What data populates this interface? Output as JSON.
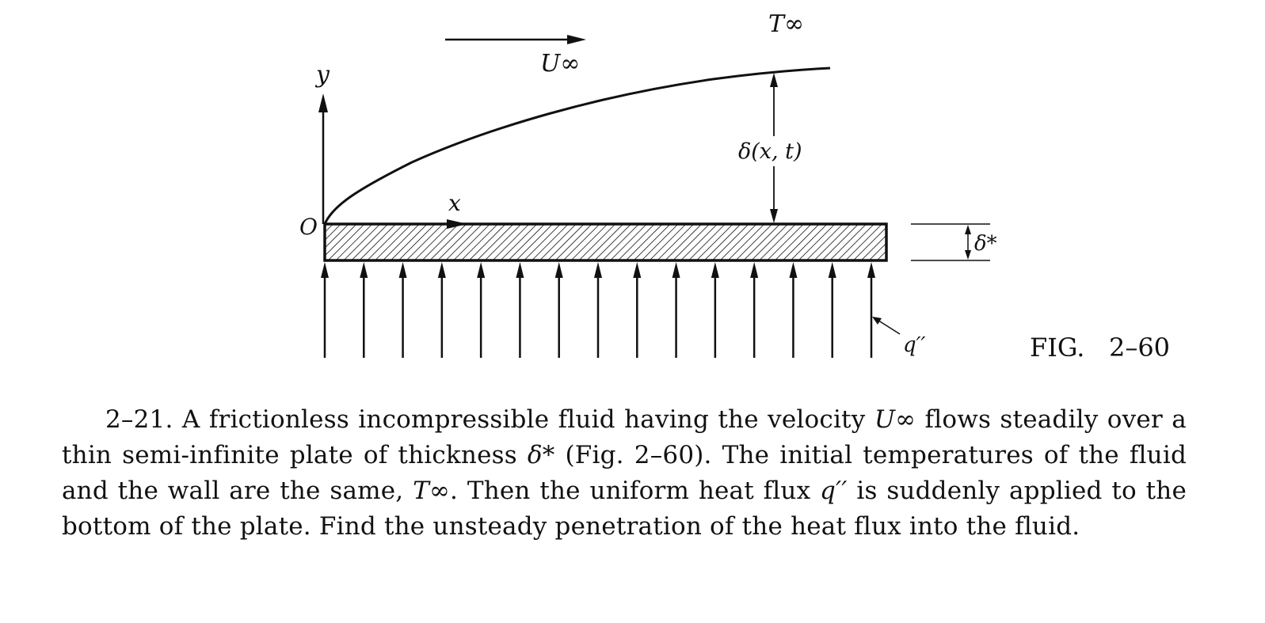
{
  "figure": {
    "caption": "FIG.   2–60",
    "labels": {
      "freestream_velocity": "U∞",
      "freestream_temperature": "T∞",
      "y_axis": "y",
      "x_axis": "x",
      "origin": "O",
      "boundary_layer": "δ(x,  t)",
      "plate_thickness": "δ*",
      "heat_flux": "q′′"
    },
    "heat_flux_arrow_count": 15
  },
  "problem": {
    "number": "2–21.",
    "text_1": " A frictionless incompressible fluid having the velocity ",
    "sym_velocity": "U∞",
    "text_2": " flows steadily over a thin semi-infinite plate of thickness ",
    "sym_thickness": "δ*",
    "text_3": " (Fig. 2–60).  The initial temperatures of the fluid and the wall are the same, ",
    "sym_temperature": "T∞",
    "text_4": ".  Then the uniform heat flux ",
    "sym_flux": "q′′",
    "text_5": " is suddenly applied to the bottom of the plate.  Find the unsteady penetration of the heat flux into the fluid."
  }
}
